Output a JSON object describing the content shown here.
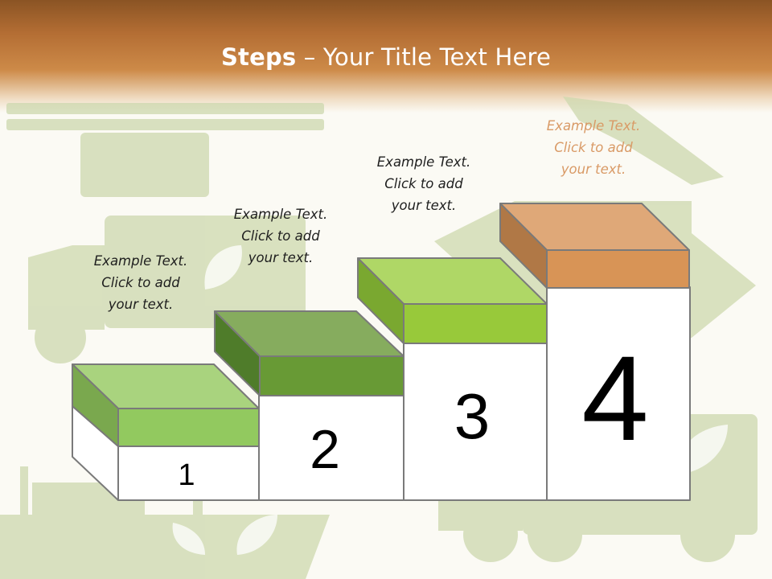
{
  "slide": {
    "title_bold": "Steps",
    "title_rest": " – Your Title Text Here"
  },
  "steps": [
    {
      "number": "1",
      "text": [
        "Example Text.",
        "Click  to add",
        "your text."
      ],
      "top_color": "#a9d37e",
      "front_color": "#92c95f",
      "side_color": "#7aa84e"
    },
    {
      "number": "2",
      "text": [
        "Example Text.",
        "Click  to add",
        "your text."
      ],
      "top_color": "#86ac5e",
      "front_color": "#689a35",
      "side_color": "#4f7c2a"
    },
    {
      "number": "3",
      "text": [
        "Example Text.",
        "Click  to add",
        "your text."
      ],
      "top_color": "#afd766",
      "front_color": "#98c93a",
      "side_color": "#7aa830"
    },
    {
      "number": "4",
      "text": [
        "Example Text.",
        "Click  to add",
        "your text."
      ],
      "top_color": "#dfa878",
      "front_color": "#d89456",
      "side_color": "#b07846"
    }
  ],
  "colors": {
    "header": "#b46e34",
    "background_art": "#c9d4a8",
    "accent_text": "#d99a66"
  }
}
